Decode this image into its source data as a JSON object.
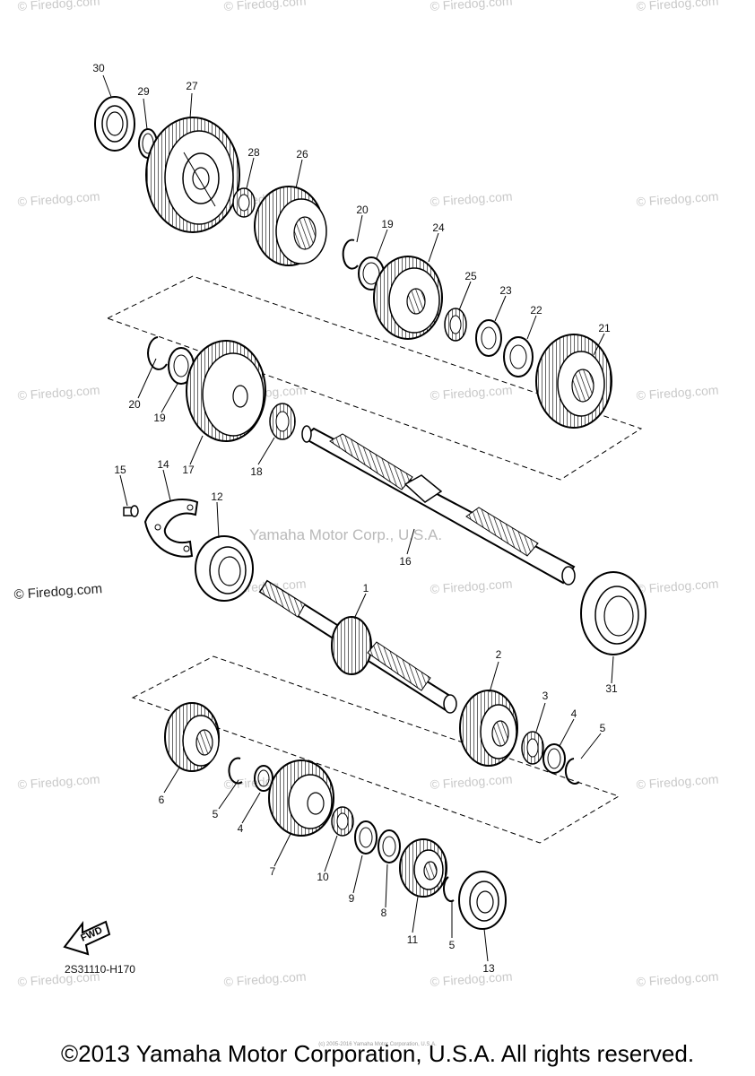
{
  "watermark": {
    "text": "© Firedog.com",
    "center_text": "Yamaha Motor Corp., U.S.A."
  },
  "callouts": [
    {
      "id": "c30",
      "label": "30"
    },
    {
      "id": "c29",
      "label": "29"
    },
    {
      "id": "c27",
      "label": "27"
    },
    {
      "id": "c28",
      "label": "28"
    },
    {
      "id": "c26",
      "label": "26"
    },
    {
      "id": "c20a",
      "label": "20"
    },
    {
      "id": "c19a",
      "label": "19"
    },
    {
      "id": "c24",
      "label": "24"
    },
    {
      "id": "c25",
      "label": "25"
    },
    {
      "id": "c23",
      "label": "23"
    },
    {
      "id": "c22",
      "label": "22"
    },
    {
      "id": "c21",
      "label": "21"
    },
    {
      "id": "c20b",
      "label": "20"
    },
    {
      "id": "c19b",
      "label": "19"
    },
    {
      "id": "c17",
      "label": "17"
    },
    {
      "id": "c18",
      "label": "18"
    },
    {
      "id": "c15",
      "label": "15"
    },
    {
      "id": "c14",
      "label": "14"
    },
    {
      "id": "c12",
      "label": "12"
    },
    {
      "id": "c16",
      "label": "16"
    },
    {
      "id": "c1",
      "label": "1"
    },
    {
      "id": "c31",
      "label": "31"
    },
    {
      "id": "c2",
      "label": "2"
    },
    {
      "id": "c3",
      "label": "3"
    },
    {
      "id": "c4a",
      "label": "4"
    },
    {
      "id": "c5a",
      "label": "5"
    },
    {
      "id": "c6",
      "label": "6"
    },
    {
      "id": "c5b",
      "label": "5"
    },
    {
      "id": "c4b",
      "label": "4"
    },
    {
      "id": "c7",
      "label": "7"
    },
    {
      "id": "c10",
      "label": "10"
    },
    {
      "id": "c9",
      "label": "9"
    },
    {
      "id": "c8",
      "label": "8"
    },
    {
      "id": "c11",
      "label": "11"
    },
    {
      "id": "c5c",
      "label": "5"
    },
    {
      "id": "c13",
      "label": "13"
    }
  ],
  "fwd_label": "FWD",
  "diagram_code": "2S31110-H170",
  "tiny_note": "(c) 2005-2016 Yamaha Motor Corporation, U.S.A.",
  "copyright": "©2013 Yamaha Motor Corporation, U.S.A. All rights reserved."
}
